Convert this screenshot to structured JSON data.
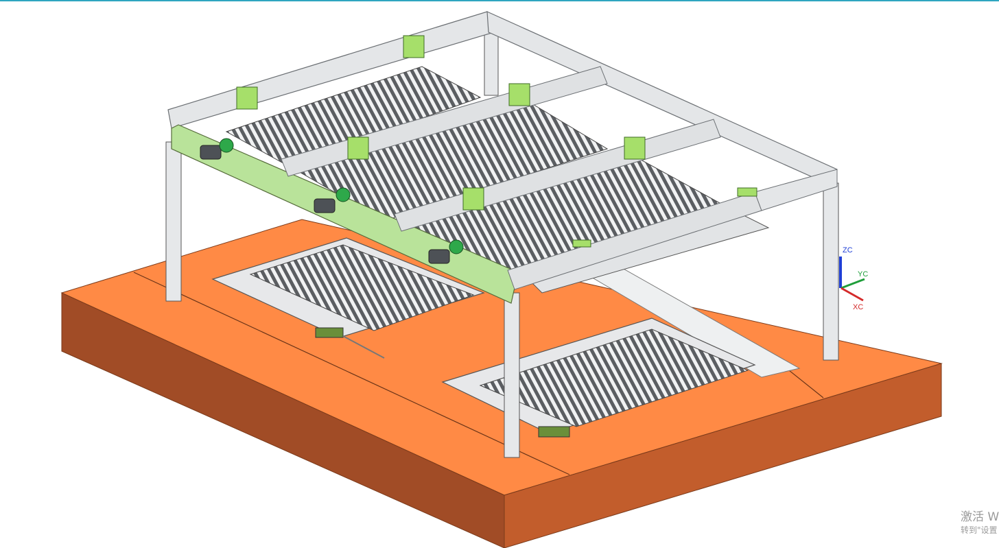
{
  "triad": {
    "z_label": "ZC",
    "y_label": "YC",
    "x_label": "XC",
    "z_color": "#1f3fd6",
    "y_color": "#1f9e3a",
    "x_color": "#d42a2a"
  },
  "watermark": {
    "line1": "激活 W",
    "line2": "转到\"设置"
  },
  "colors": {
    "ground_top": "#ff8a45",
    "ground_side": "#a14c26",
    "ground_front": "#c25d2c",
    "frame": "#e4e6e8",
    "frame_outline": "#6b6f73",
    "green_beam": "#b9e39a",
    "green_parts": "#a6df6a"
  }
}
